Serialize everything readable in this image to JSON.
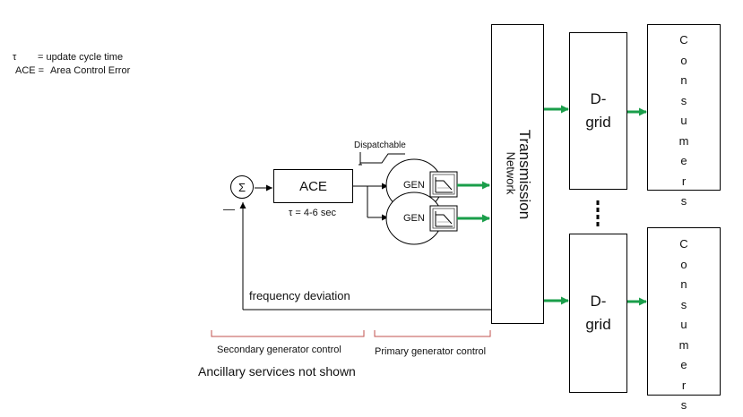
{
  "legend": {
    "tau_symbol": "τ",
    "tau_definition": "= update cycle time",
    "ace_symbol": "ACE =",
    "ace_definition": "Area Control Error"
  },
  "summing_junction": {
    "symbol": "Σ",
    "minus_sign": "—"
  },
  "ace_block": {
    "label": "ACE",
    "cycle_time": "τ = 4-6 sec"
  },
  "dispatchable_label": "Dispatchable",
  "generators": [
    {
      "label": "GEN"
    },
    {
      "label": "GEN"
    }
  ],
  "transmission": {
    "line1": "Transmission",
    "line2": "Network"
  },
  "dgrids": [
    {
      "line1": "D-",
      "line2": "grid"
    },
    {
      "line1": "D-",
      "line2": "grid"
    }
  ],
  "consumers": [
    {
      "letters": [
        "C",
        "o",
        "n",
        "s",
        "u",
        "m",
        "e",
        "r",
        "s"
      ]
    },
    {
      "letters": [
        "C",
        "o",
        "n",
        "s",
        "u",
        "m",
        "e",
        "r",
        "s"
      ]
    }
  ],
  "feedback_label": "frequency deviation",
  "brackets": {
    "secondary": "Secondary generator control",
    "primary": "Primary generator control"
  },
  "note": "Ancillary services not shown",
  "colors": {
    "flow_arrow": "#1a9e4a",
    "bracket": "#c0504d",
    "line": "#000000"
  }
}
